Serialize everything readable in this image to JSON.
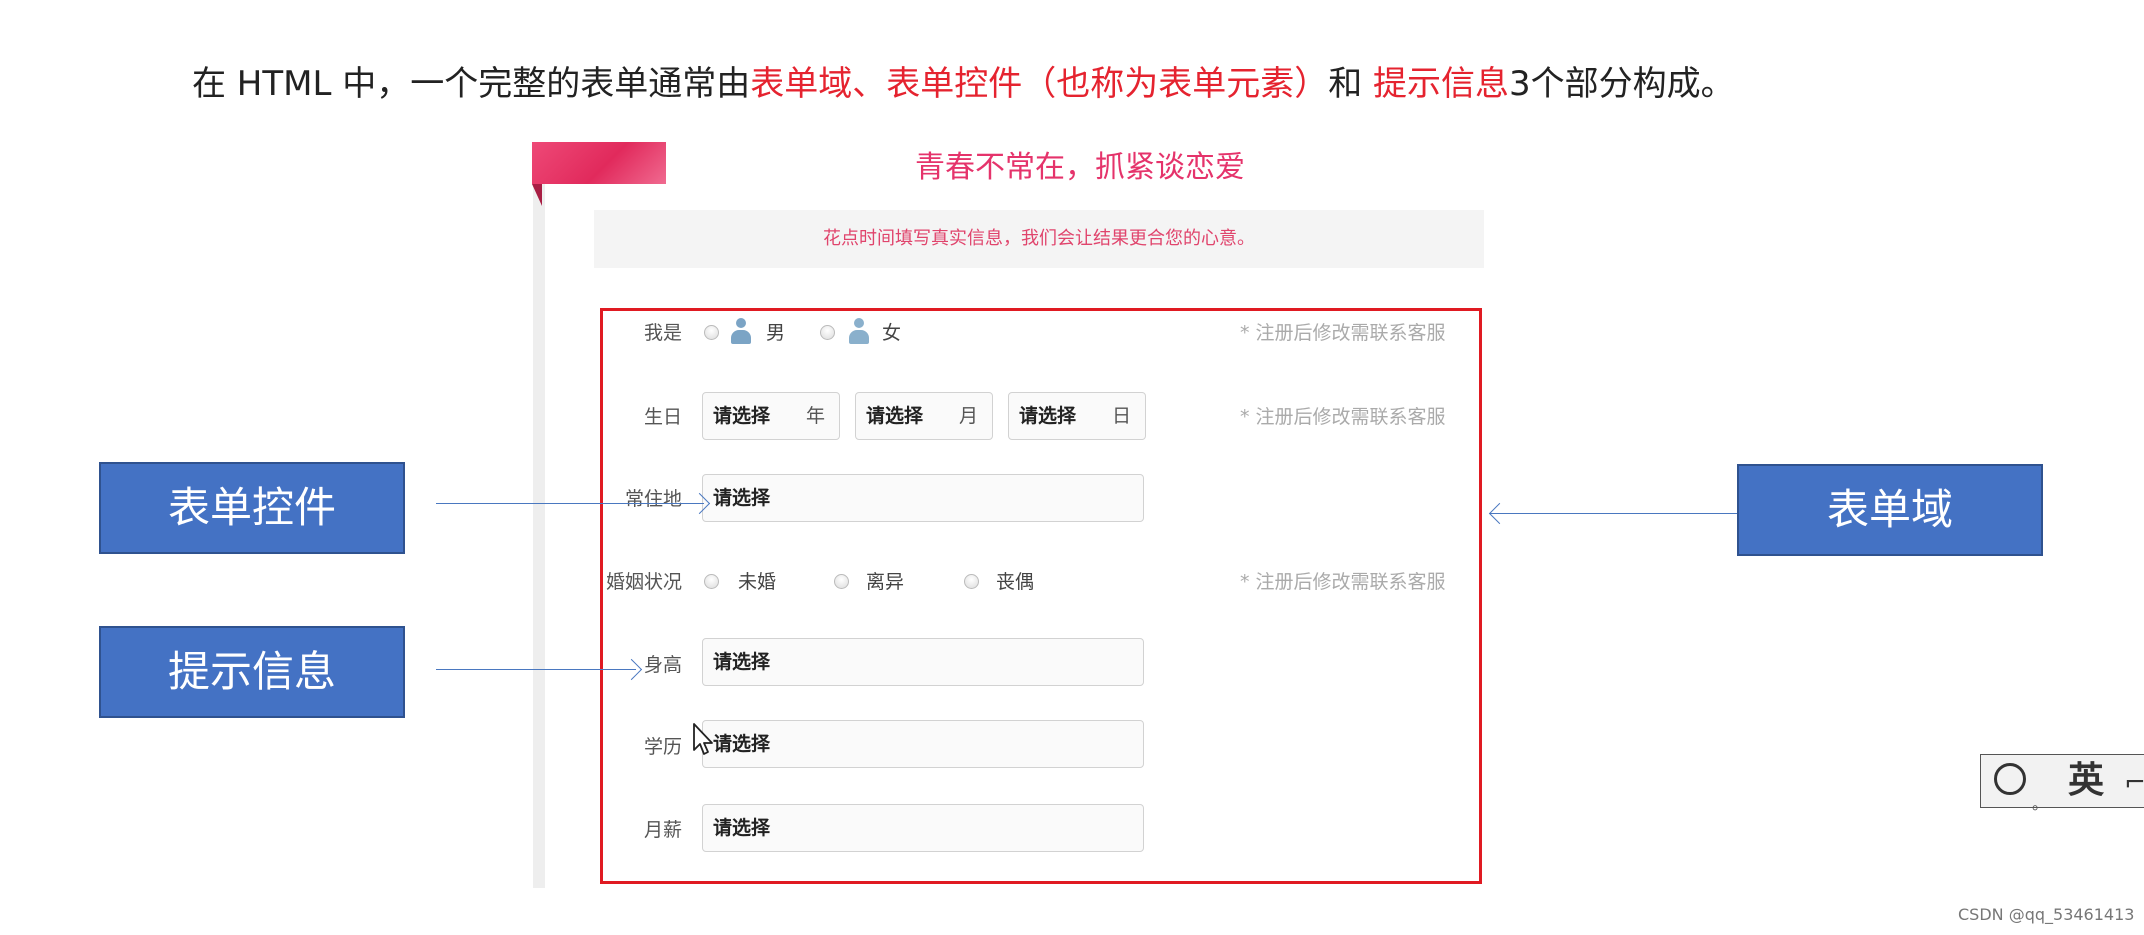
{
  "heading": {
    "part1": "在 HTML 中，一个完整的表单通常由",
    "part2": "表单域、表单控件（也称为表单元素）",
    "part3": "和 ",
    "part4": "提示信息",
    "part5": "3个部分构成。"
  },
  "form": {
    "title": "青春不常在，抓紧谈恋爱",
    "notice": "花点时间填写真实信息，我们会让结果更合您的心意。",
    "hint": "* 注册后修改需联系客服",
    "gender": {
      "label": "我是",
      "male": "男",
      "female": "女"
    },
    "birthday": {
      "label": "生日",
      "placeholder": "请选择",
      "year": "年",
      "month": "月",
      "day": "日"
    },
    "residence": {
      "label": "常住地",
      "value": "请选择"
    },
    "marital": {
      "label": "婚姻状况",
      "options": [
        "未婚",
        "离异",
        "丧偶"
      ]
    },
    "height": {
      "label": "身高",
      "value": "请选择"
    },
    "education": {
      "label": "学历",
      "value": "请选择"
    },
    "salary": {
      "label": "月薪",
      "value": "请选择"
    }
  },
  "annotations": {
    "control": "表单控件",
    "prompt": "提示信息",
    "field": "表单域"
  },
  "ime": {
    "lang": "英"
  },
  "watermark": "CSDN @qq_53461413",
  "colors": {
    "accent_red": "#e5232f",
    "annotation_blue": "#4472c4",
    "pink": "#e5336b"
  }
}
